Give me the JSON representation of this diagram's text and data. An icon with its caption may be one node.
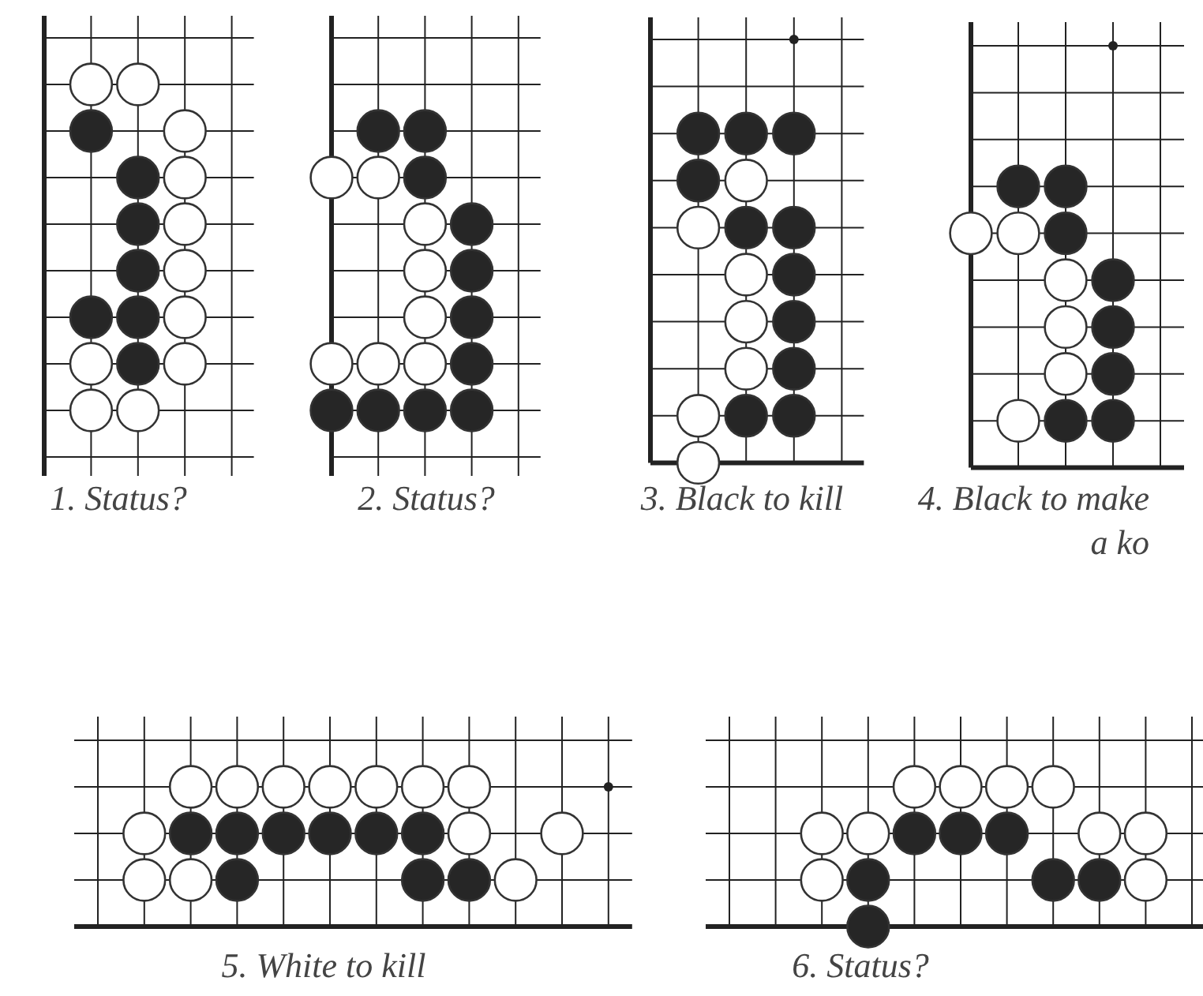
{
  "diagram": {
    "labels": [
      "1. Status?",
      "2. Status?",
      "3. Black to kill",
      "4. Black to make a ko",
      "5. White to kill",
      "6. Status?"
    ]
  }
}
